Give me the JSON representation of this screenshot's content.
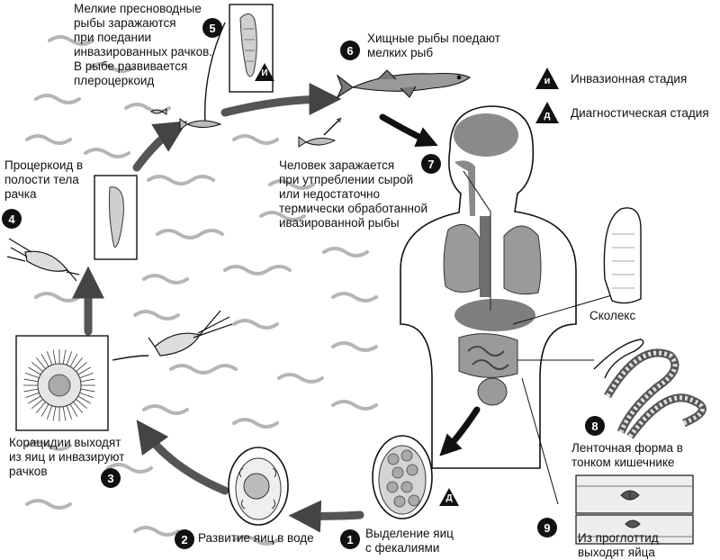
{
  "steps": [
    {
      "num": "1",
      "text": "Выделение яиц\nс фекалиями"
    },
    {
      "num": "2",
      "text": "Развитие яиц в воде"
    },
    {
      "num": "3",
      "text": "Корацидии выходят\nиз яиц и инвазируют\nрачков"
    },
    {
      "num": "4",
      "text": "Процеркоид в\nполости тела\nрачка"
    },
    {
      "num": "5",
      "text": "Мелкие пресноводные\nрыбы заражаются\nпри поедании\nинвазированных рачков.\nВ рыбе развивается\nплероцеркоид"
    },
    {
      "num": "6",
      "text": "Хищные рыбы поедают\nмелких рыб"
    },
    {
      "num": "7",
      "text": "Человек заражается\nпри утпреблении сырой\nили недостаточно\nтермически обработанной\nивазированной рыбы"
    },
    {
      "num": "8",
      "text": "Ленточная форма в\nтонком кишечнике"
    },
    {
      "num": "9",
      "text": "Из проглоттид\nвыходят яйца"
    }
  ],
  "scolex_label": "Сколекс",
  "legend": {
    "invasive": {
      "letter": "и",
      "text": "Инвазионная стадия"
    },
    "diagnostic": {
      "letter": "д",
      "text": "Диагностическая стадия"
    }
  },
  "stage_marks": {
    "cyst_mark": "И",
    "egg_mark": "Д"
  },
  "colors": {
    "ink": "#111111",
    "organ": "#8a8a8a",
    "water": "#b5b5b5",
    "arrow": "#555555"
  }
}
